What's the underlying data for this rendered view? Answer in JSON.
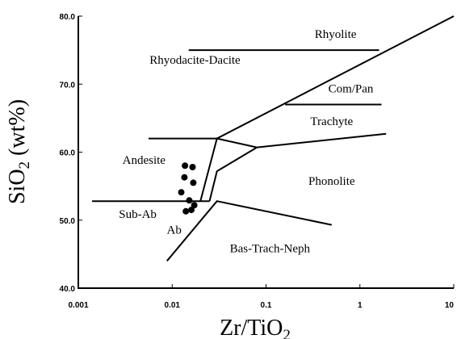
{
  "chart_data": {
    "type": "scatter",
    "title": "",
    "xlabel": "Zr/TiO",
    "xlabel_sub": "2",
    "ylabel": "SiO",
    "ylabel_sub": "2",
    "ylabel_suffix": " (wt%)",
    "x_scale": "log",
    "xlim": [
      0.001,
      10
    ],
    "ylim": [
      40,
      80
    ],
    "x_ticks": [
      {
        "value": 0.001,
        "label": "0.001"
      },
      {
        "value": 0.01,
        "label": "0.01"
      },
      {
        "value": 0.1,
        "label": "0.1"
      },
      {
        "value": 1,
        "label": "1"
      },
      {
        "value": 10,
        "label": "10"
      }
    ],
    "y_ticks": [
      {
        "value": 40,
        "label": "40.0"
      },
      {
        "value": 50,
        "label": "50.0"
      },
      {
        "value": 60,
        "label": "60.0"
      },
      {
        "value": 70,
        "label": "70.0"
      },
      {
        "value": 80,
        "label": "80.0"
      }
    ],
    "grid": false,
    "fields": [
      {
        "label": "Rhyolite",
        "x": 0.55,
        "y": 76.8
      },
      {
        "label": "Rhyodacite-Dacite",
        "x": 0.0175,
        "y": 73.0
      },
      {
        "label": "Com/Pan",
        "x": 0.8,
        "y": 68.8
      },
      {
        "label": "Trachyte",
        "x": 0.5,
        "y": 64.0
      },
      {
        "label": "Andesite",
        "x": 0.005,
        "y": 58.3
      },
      {
        "label": "Phonolite",
        "x": 0.5,
        "y": 55.2
      },
      {
        "label": "Sub-Ab",
        "x": 0.0043,
        "y": 50.3
      },
      {
        "label": "Ab",
        "x": 0.0105,
        "y": 48.0
      },
      {
        "label": "Bas-Trach-Neph",
        "x": 0.11,
        "y": 45.3
      }
    ],
    "boundaries": [
      [
        [
          0.02,
          52.8
        ],
        [
          0.03,
          62.0
        ],
        [
          10,
          80
        ]
      ],
      [
        [
          0.015,
          75
        ],
        [
          1.6,
          75
        ]
      ],
      [
        [
          0.16,
          67.0
        ],
        [
          1.7,
          67.0
        ]
      ],
      [
        [
          0.0056,
          62.0
        ],
        [
          0.03,
          62.0
        ]
      ],
      [
        [
          0.03,
          62.0
        ],
        [
          0.08,
          60.7
        ],
        [
          1.9,
          62.7
        ]
      ],
      [
        [
          0.0014,
          52.8
        ],
        [
          0.025,
          52.8
        ]
      ],
      [
        [
          0.0088,
          44.0
        ],
        [
          0.03,
          52.8
        ],
        [
          0.5,
          49.3
        ]
      ],
      [
        [
          0.025,
          52.8
        ],
        [
          0.03,
          57.2
        ],
        [
          0.08,
          60.7
        ]
      ]
    ],
    "series": [
      {
        "points": [
          {
            "x": 0.0137,
            "y": 58.0
          },
          {
            "x": 0.0165,
            "y": 57.8
          },
          {
            "x": 0.0135,
            "y": 56.3
          },
          {
            "x": 0.0168,
            "y": 55.5
          },
          {
            "x": 0.0125,
            "y": 54.1
          },
          {
            "x": 0.0152,
            "y": 52.9
          },
          {
            "x": 0.0172,
            "y": 52.2
          },
          {
            "x": 0.014,
            "y": 51.3
          },
          {
            "x": 0.016,
            "y": 51.5
          }
        ]
      }
    ]
  }
}
